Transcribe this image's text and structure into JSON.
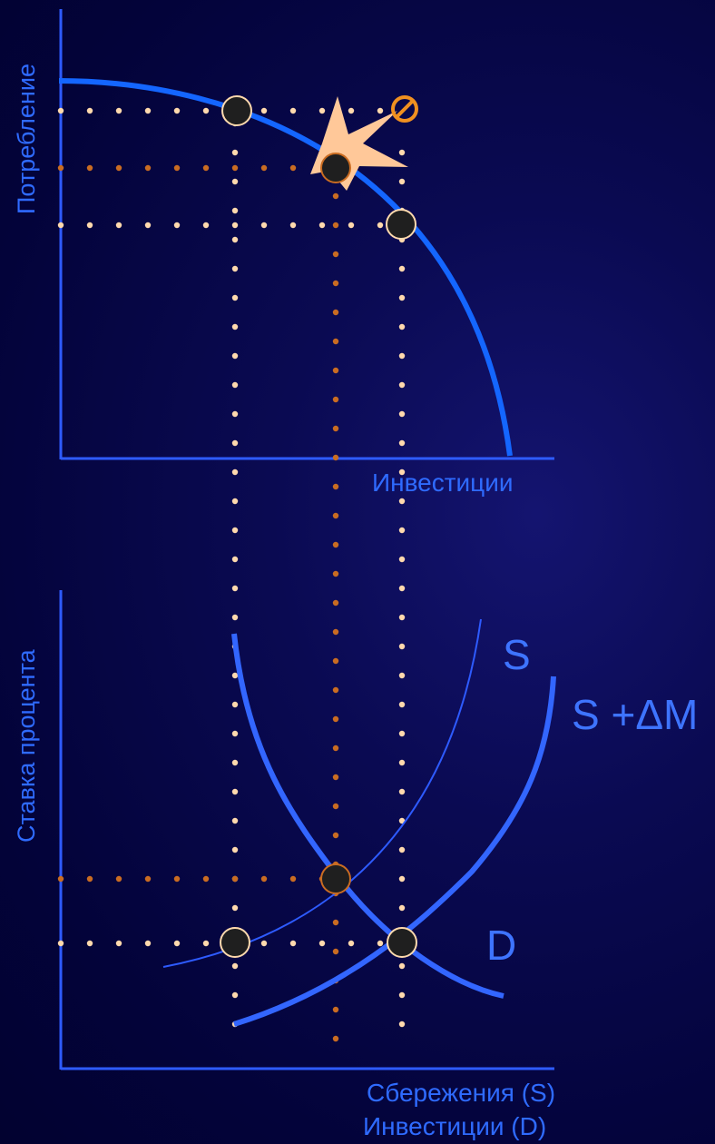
{
  "top_panel": {
    "y_axis_label": "Потребление",
    "x_axis_label": "Инвестиции"
  },
  "bottom_panel": {
    "y_axis_label": "Ставка процента",
    "x_axis_label_line1": "Сбережения (S)",
    "x_axis_label_line2": "Инвестиции (D)",
    "curve_labels": {
      "s": "S",
      "s_plus": "S +ΔM",
      "d": "D"
    }
  },
  "colors": {
    "axis": "#2e5bff",
    "curve": "#1466ff",
    "label": "#2f6bff",
    "dot_light": "#ffd9ad",
    "dot_dark": "#c96c22",
    "point_fill": "#1f1f1f",
    "highlight": "#ffc899",
    "no_sign": "#f09020"
  },
  "icons": {
    "explosion": "explosion-burst-icon",
    "prohibited": "prohibited-sign-icon"
  }
}
